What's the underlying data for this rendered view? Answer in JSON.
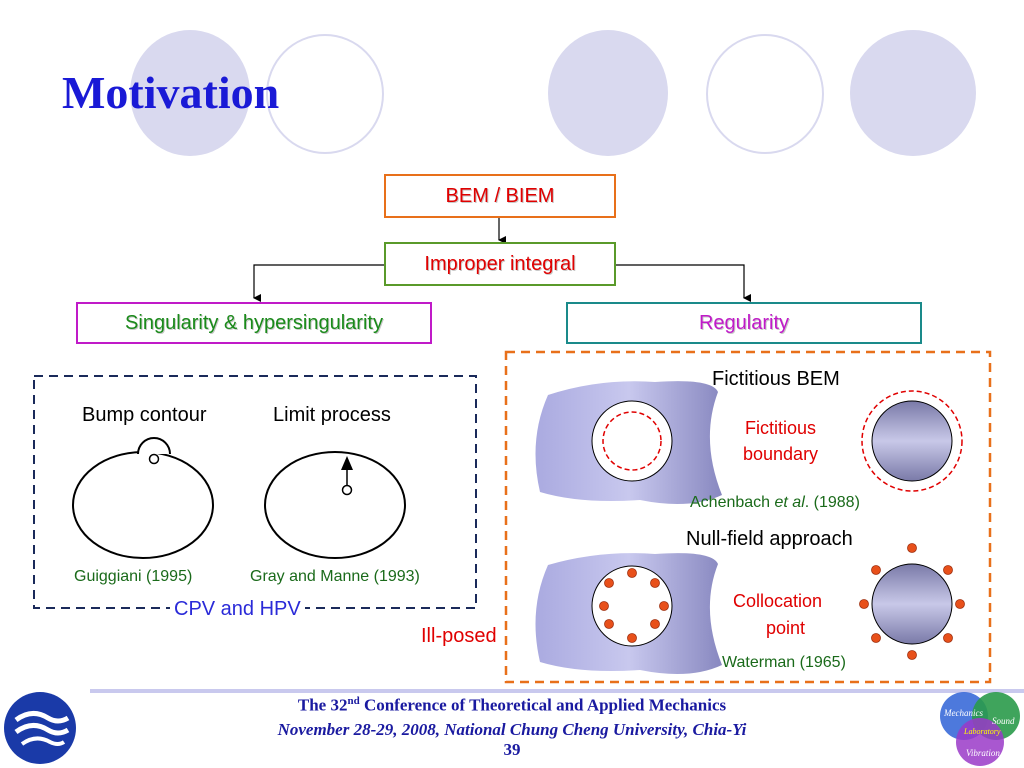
{
  "slide": {
    "title": "Motivation",
    "nodes": {
      "bem": "BEM / BIEM",
      "improper": "Improper integral",
      "singularity": "Singularity & hypersingularity",
      "regularity": "Regularity"
    },
    "left_panel": {
      "bump_contour": "Bump contour",
      "limit_process": "Limit process",
      "guiggiani": "Guiggiani (1995)",
      "gray_manne": "Gray and Manne (1993)",
      "cpv_hpv": "CPV and HPV"
    },
    "right_panel": {
      "fictitious_bem": "Fictitious BEM",
      "fictitious_boundary_1": "Fictitious",
      "fictitious_boundary_2": "boundary",
      "achenbach_pre": "Achenbach ",
      "achenbach_etal": "et al",
      "achenbach_post": ". (1988)",
      "null_field": "Null-field approach",
      "collocation_1": "Collocation",
      "collocation_2": "point",
      "waterman": "Waterman (1965)",
      "ill_posed": "Ill-posed"
    },
    "footer": {
      "conf_pre": "The 32",
      "conf_sup": "nd",
      "conf_post": " Conference of Theoretical and Applied Mechanics",
      "dates": "November 28-29, 2008, National Chung Cheng University, Chia-Yi",
      "page": "39"
    },
    "logo_right": {
      "mechanics": "Mechanics",
      "sound": "Sound",
      "laboratory": "Laboratory",
      "vibration": "Vibration"
    }
  },
  "colors": {
    "title": "#1a1ad6",
    "bem_border": "#e8701a",
    "improper_border": "#5a9a2a",
    "singularity_border": "#c01ac8",
    "regularity_border": "#1a8a8a",
    "accent_red": "#e00000",
    "blue_text": "#2a2ad8",
    "deco_circle": "#d8d8ee"
  }
}
